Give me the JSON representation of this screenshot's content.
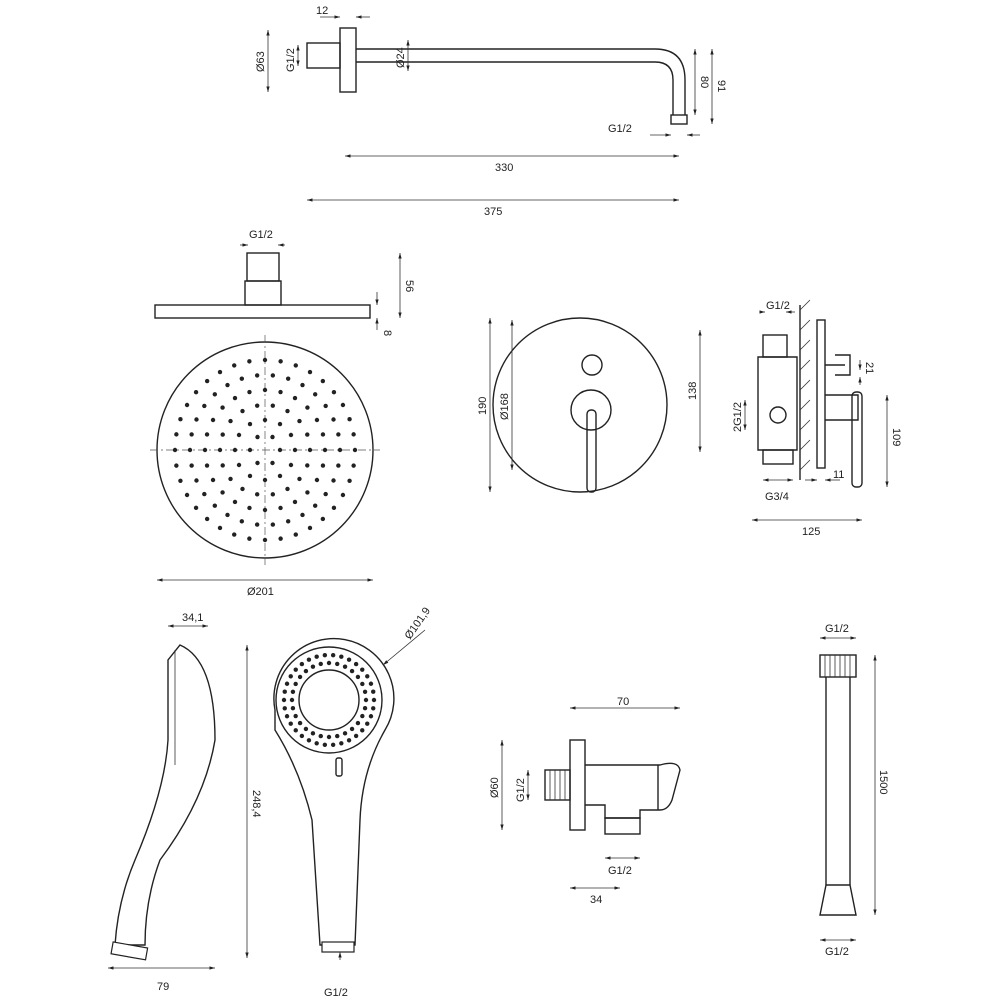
{
  "arm": {
    "flange_thk": "12",
    "flange_dia": "Ø63",
    "thread_wall": "G1/2",
    "pipe_dia": "Ø24",
    "drop": "80",
    "drop_total": "91",
    "thread_out": "G1/2",
    "reach": "330",
    "length": "375"
  },
  "head": {
    "thread": "G1/2",
    "height": "56",
    "plate_thk": "8",
    "diameter": "Ø201"
  },
  "valve_front": {
    "height": "190",
    "plate_dia": "Ø168"
  },
  "valve_side": {
    "thread_top": "G1/2",
    "height": "138",
    "offset": "21",
    "outlets": "2G1/2",
    "handle_h": "109",
    "protrude": "11",
    "thread_in": "G3/4",
    "depth": "125"
  },
  "hand_shower": {
    "thickness": "34,1",
    "length": "248,4",
    "width": "79",
    "head_dia": "Ø101,9",
    "thread": "G1/2"
  },
  "elbow": {
    "length": "70",
    "flange_dia": "Ø60",
    "thread_wall": "G1/2",
    "thread_out": "G1/2",
    "offset": "34"
  },
  "hose": {
    "thread_top": "G1/2",
    "length": "1500",
    "thread_bottom": "G1/2"
  }
}
